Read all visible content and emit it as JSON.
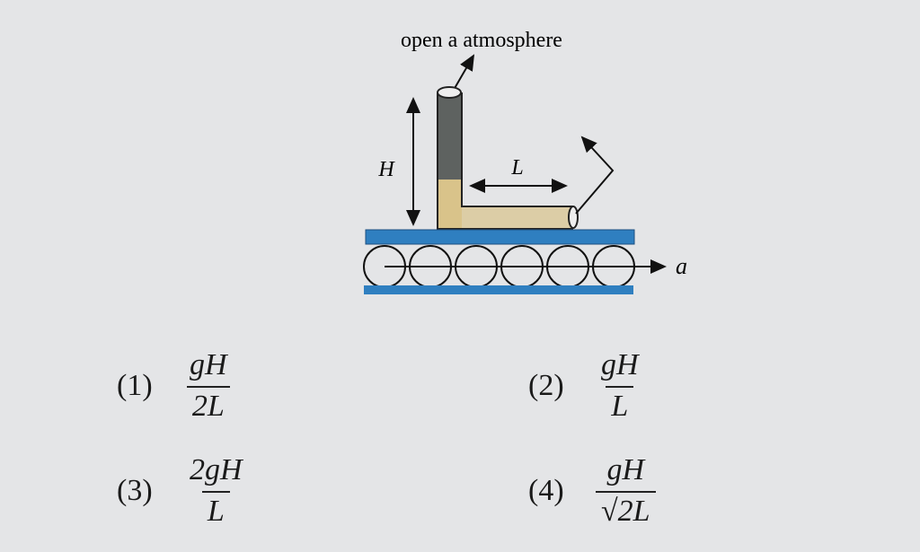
{
  "diagram": {
    "caption": "open a atmosphere",
    "label_height": "H",
    "label_length": "L",
    "label_accel": "a",
    "colors": {
      "platform": "#2f7fc0",
      "tube": "#5e6260",
      "fluid": "#d9c38a"
    }
  },
  "options": [
    {
      "num": "(1)",
      "numerator": "gH",
      "denominator": "2L"
    },
    {
      "num": "(2)",
      "numerator": "gH",
      "denominator": "L"
    },
    {
      "num": "(3)",
      "numerator": "2gH",
      "denominator": "L"
    },
    {
      "num": "(4)",
      "numerator": "gH",
      "denominator": "√2L"
    }
  ]
}
